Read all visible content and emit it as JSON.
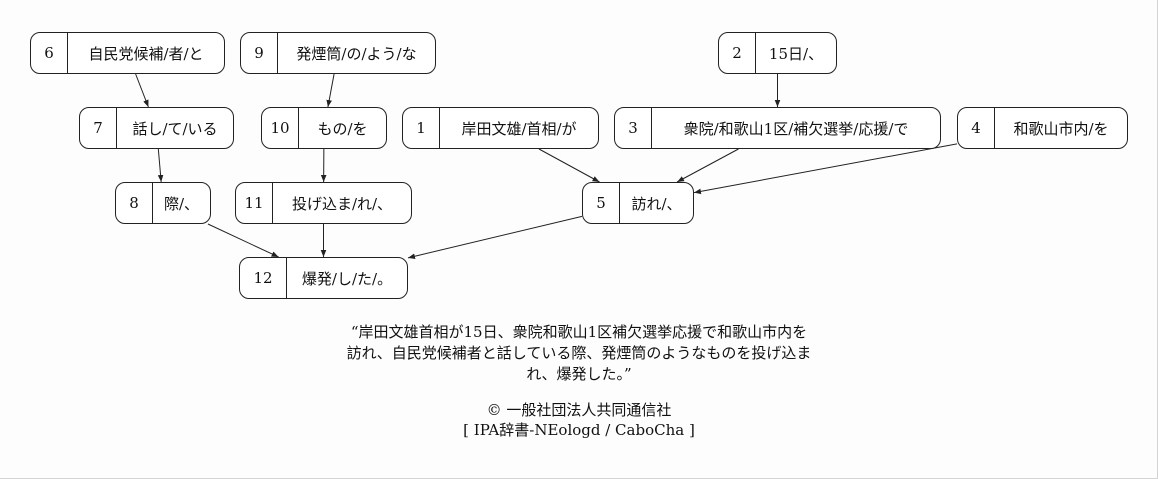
{
  "nodes": [
    {
      "id": "6",
      "label": "自民党候補/者/と"
    },
    {
      "id": "9",
      "label": "発煙筒/の/よう/な"
    },
    {
      "id": "2",
      "label": "15日/、"
    },
    {
      "id": "7",
      "label": "話し/て/いる"
    },
    {
      "id": "10",
      "label": "もの/を"
    },
    {
      "id": "1",
      "label": "岸田文雄/首相/が"
    },
    {
      "id": "3",
      "label": "衆院/和歌山1区/補欠選挙/応援/で"
    },
    {
      "id": "4",
      "label": "和歌山市内/を"
    },
    {
      "id": "8",
      "label": "際/、"
    },
    {
      "id": "11",
      "label": "投げ込ま/れ/、"
    },
    {
      "id": "5",
      "label": "訪れ/、"
    },
    {
      "id": "12",
      "label": "爆発/し/た/。"
    }
  ],
  "edges": [
    {
      "from": "6",
      "to": "7"
    },
    {
      "from": "7",
      "to": "8"
    },
    {
      "from": "8",
      "to": "12"
    },
    {
      "from": "9",
      "to": "10"
    },
    {
      "from": "10",
      "to": "11"
    },
    {
      "from": "11",
      "to": "12"
    },
    {
      "from": "2",
      "to": "3"
    },
    {
      "from": "1",
      "to": "5"
    },
    {
      "from": "3",
      "to": "5"
    },
    {
      "from": "4",
      "to": "5"
    },
    {
      "from": "5",
      "to": "12"
    }
  ],
  "caption": {
    "line1": "“岸田文雄首相が15日、衆院和歌山1区補欠選挙応援で和歌山市内を",
    "line2": "訪れ、自民党候補者と話している際、発煙筒のようなものを投げ込ま",
    "line3": "れ、爆発した。”"
  },
  "credit": {
    "copyright": "© 一般社団法人共同通信社",
    "tools": "[ IPA辞書-NEologd / CaboCha ]"
  }
}
